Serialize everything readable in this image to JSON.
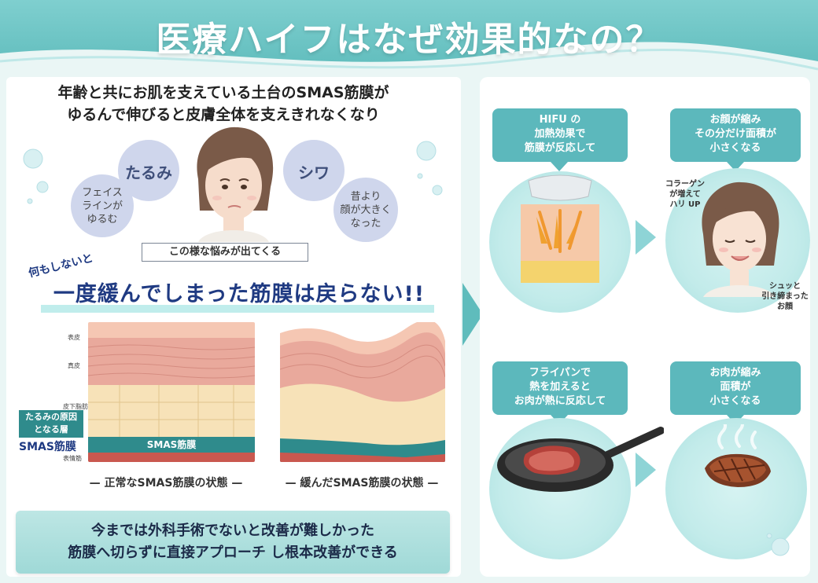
{
  "title": "医療ハイフはなぜ効果的なの？",
  "left": {
    "heading_line1": "年齢と共にお肌を支えている土台のSMAS筋膜が",
    "heading_line2": "ゆるんで伸びると皮膚全体を支えきれなくなり",
    "bubbles": {
      "tarumi": "たるみ",
      "face_line": [
        "フェイス",
        "ラインが",
        "ゆるむ"
      ],
      "shiwa": "シワ",
      "bigger_face": [
        "昔より",
        "顔が大きく",
        "なった"
      ]
    },
    "caption_box": "この様な悩みが出てくる",
    "nothing_label": "何もしないと",
    "big_statement": "一度緩んでしまった筋膜は戻らない!!",
    "layer_labels": {
      "epidermis": "表皮",
      "dermis": "真皮",
      "subcutaneous": "皮下脂肪",
      "muscle": "表情筋"
    },
    "cause_tag": [
      "たるみの原因",
      "となる層"
    ],
    "smas_label": "SMAS筋膜",
    "smas_inner_label": "SMAS筋膜",
    "diagram_normal_caption": "— 正常なSMAS筋膜の状態 —",
    "diagram_loose_caption": "— 緩んだSMAS筋膜の状態 —",
    "banner_line1": "今までは外科手術でないと改善が難しかった",
    "banner_line2": "筋膜へ切らずに直接アプローチ し根本改善ができる"
  },
  "right": {
    "callout1": [
      "HIFU の",
      "加熱効果で",
      "筋膜が反応して"
    ],
    "callout2": [
      "お顔が縮み",
      "その分だけ面積が",
      "小さくなる"
    ],
    "note_collagen": [
      "コラーゲン",
      "が増えて",
      "ハリ UP"
    ],
    "note_tight": [
      "シュッと",
      "引き締まった",
      "お顔"
    ],
    "callout3": [
      "フライパンで",
      "熱を加えると",
      "お肉が熱に反応して"
    ],
    "callout4": [
      "お肉が縮み",
      "面積が",
      "小さくなる"
    ]
  },
  "colors": {
    "header": "#5fbcbc",
    "navy": "#1f3a82",
    "teal": "#5cb8bc",
    "bubble": "#cfd6ec"
  }
}
